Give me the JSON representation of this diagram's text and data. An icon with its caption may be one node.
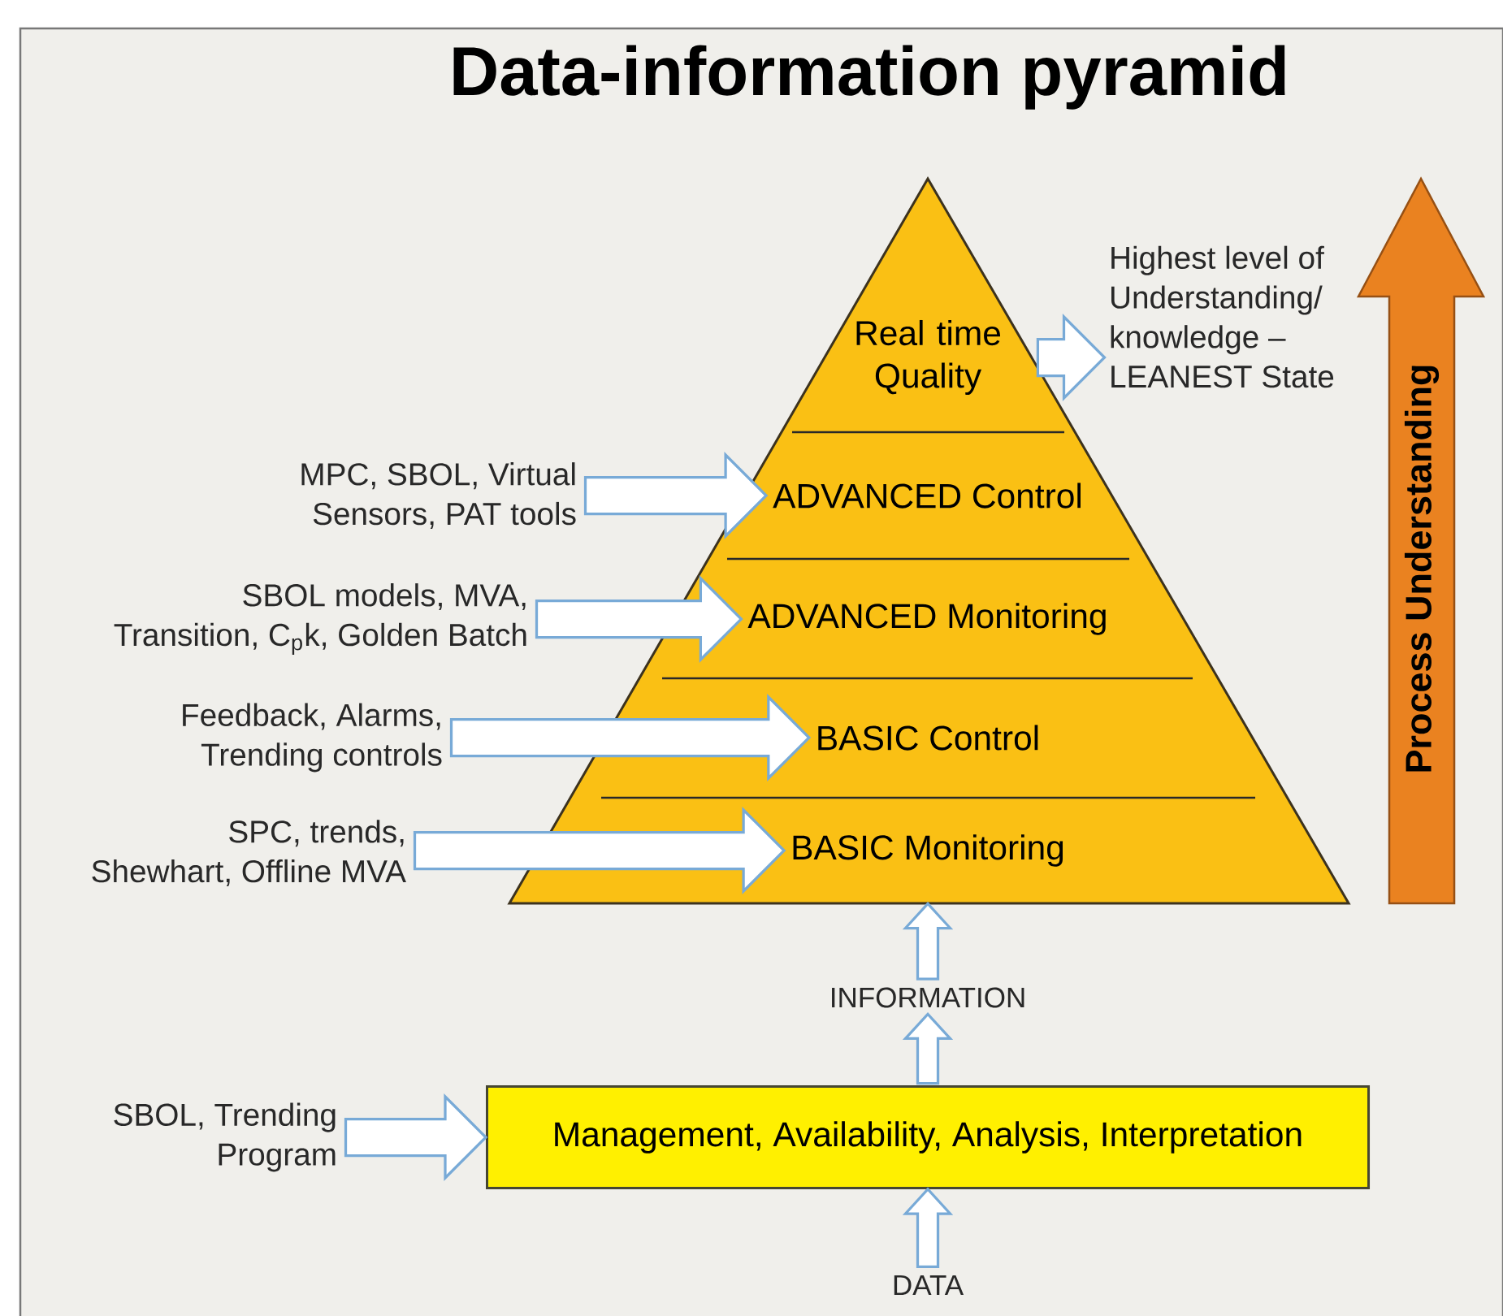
{
  "diagram": {
    "title": "Data-information pyramid",
    "nodes": [
      {
        "text": [
          "Real time Quality"
        ]
      },
      {
        "text": [
          "Highest level of Understanding/ knowledge – LEANEST State"
        ]
      },
      {
        "text": [
          "Process Understanding"
        ]
      },
      {
        "text": [
          "ADVANCED Control"
        ]
      },
      {
        "text": [
          "MPC, SBOL, Virtual Sensors, PAT tools"
        ]
      },
      {
        "text": [
          "ADVANCED Monitoring"
        ]
      },
      {
        "text": [
          "SBOL models, MVA, Transition, C$_{p}$k, Golden Batch"
        ]
      },
      {
        "text": [
          "BASIC Control"
        ]
      },
      {
        "text": [
          "Feedback, Alarms, Trending controls"
        ]
      },
      {
        "text": [
          "BASIC Monitoring"
        ]
      },
      {
        "text": [
          "SPC, trends, Shewhart, Offline MVA"
        ]
      },
      {
        "text": [
          "INFORMATION"
        ]
      },
      {
        "text": [
          "SBOL, Trending Program"
        ]
      },
      {
        "text": [
          "Management, Availability, Analysis, Interpretation"
        ]
      },
      {
        "text": [
          "DATA"
        ]
      }
    ],
    "edges": [
      {
        "from": 0,
        "to": 1,
        "arrow": "to"
      },
      {
        "from": 4,
        "to": 3,
        "arrow": "to"
      },
      {
        "from": 6,
        "to": 5,
        "arrow": "to"
      },
      {
        "from": 8,
        "to": 7,
        "arrow": "to"
      },
      {
        "from": 10,
        "to": 9,
        "arrow": "to"
      },
      {
        "from": 12,
        "to": 13,
        "arrow": "to"
      },
      {
        "from": 14,
        "to": 13,
        "arrow": "to"
      },
      {
        "from": 13,
        "to": 11,
        "arrow": "to"
      },
      {
        "from": 11,
        "to": 9,
        "arrow": "to"
      }
    ]
  }
}
